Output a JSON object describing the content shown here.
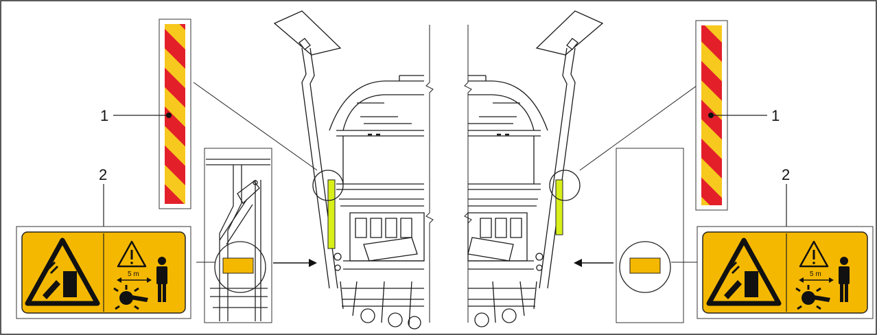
{
  "callouts": {
    "left_1": "1",
    "left_2": "2",
    "right_1": "1",
    "right_2": "2"
  },
  "warning_label": {
    "distance_text": "5 m"
  },
  "colors": {
    "stripe_red": "#e3202a",
    "stripe_yellow": "#f7c81e",
    "sign_yellow": "#f5b800",
    "hivis_green": "#d8ef1a",
    "line": "#1a1a1a"
  },
  "icons": [
    "warning-triangle-icon",
    "hand-crush-hazard-icon",
    "person-icon",
    "rotating-part-hazard-icon",
    "arrow-right-icon",
    "arrow-left-icon"
  ]
}
